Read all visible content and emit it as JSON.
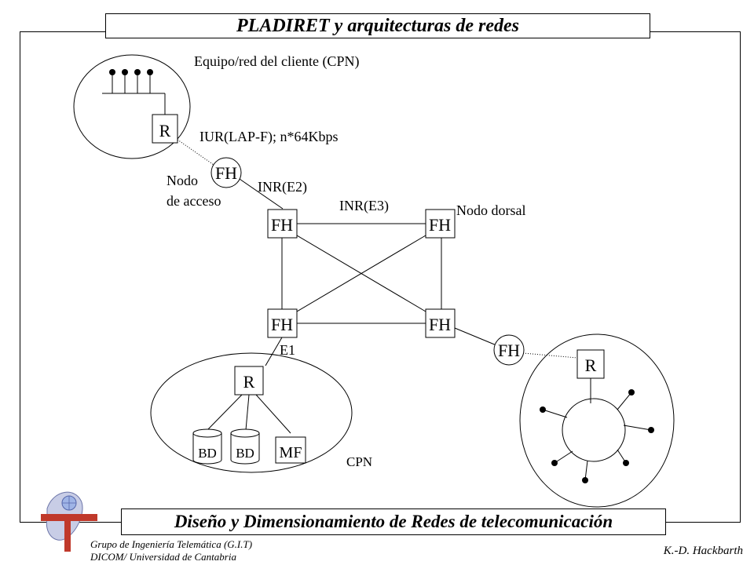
{
  "header": {
    "title": "PLADIRET y arquitecturas de redes"
  },
  "footer": {
    "banner": "Diseño y Dimensionamiento de Redes de telecomunicación",
    "group_line1": "Grupo de Ingeniería Telemática (G.I.T)",
    "group_line2": "DICOM/ Universidad de Cantabria",
    "author": "K.-D. Hackbarth"
  },
  "diagram": {
    "cpn_top_label": "Equipo/red del cliente (CPN)",
    "router_label": "R",
    "iur_label": "IUR(LAP-F); n*64Kbps",
    "fh_label": "FH",
    "access_node_line1": "Nodo",
    "access_node_line2": "de acceso",
    "inr_e2_label": "INR(E2)",
    "inr_e3_label": "INR(E3)",
    "backbone_node_label": "Nodo dorsal",
    "e1_label": "E1",
    "bd_label": "BD",
    "mf_label": "MF",
    "cpn_bottom_label": "CPN"
  }
}
